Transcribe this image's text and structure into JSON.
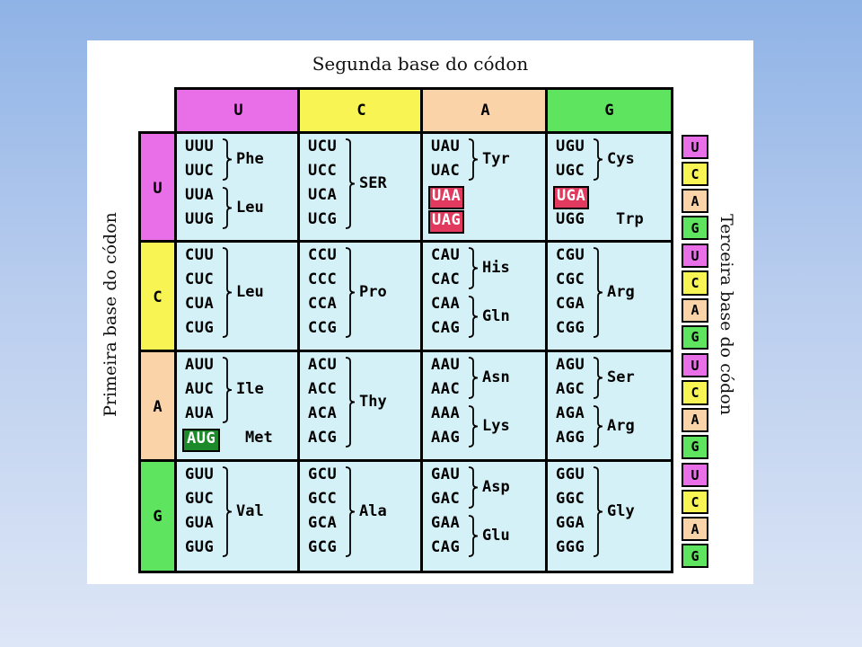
{
  "titles": {
    "second": "Segunda base do códon",
    "first": "Primeira base do códon",
    "third": "Terceira base do códon"
  },
  "colors": {
    "U": "#e96fe9",
    "C": "#f7f454",
    "A": "#fbd3a8",
    "G": "#5ee45e",
    "cell": "#d4f1f7",
    "stop": "#e23a5e",
    "start": "#1c8a2a"
  },
  "bases": [
    "U",
    "C",
    "A",
    "G"
  ],
  "rows": [
    {
      "first": "U",
      "cells": [
        {
          "codons": [
            {
              "t": "UUU"
            },
            {
              "t": "UUC"
            },
            {
              "t": "UUA"
            },
            {
              "t": "UUG"
            }
          ],
          "groups": [
            {
              "label": "Phe",
              "from": 0,
              "to": 1
            },
            {
              "label": "Leu",
              "from": 2,
              "to": 3
            }
          ]
        },
        {
          "codons": [
            {
              "t": "UCU"
            },
            {
              "t": "UCC"
            },
            {
              "t": "UCA"
            },
            {
              "t": "UCG"
            }
          ],
          "groups": [
            {
              "label": "SER",
              "from": 0,
              "to": 3
            }
          ]
        },
        {
          "codons": [
            {
              "t": "UAU"
            },
            {
              "t": "UAC"
            },
            {
              "t": "UAA",
              "stop": true
            },
            {
              "t": "UAG",
              "stop": true
            }
          ],
          "groups": [
            {
              "label": "Tyr",
              "from": 0,
              "to": 1
            }
          ]
        },
        {
          "codons": [
            {
              "t": "UGU"
            },
            {
              "t": "UGC"
            },
            {
              "t": "UGA",
              "stop": true
            },
            {
              "t": "UGG"
            }
          ],
          "groups": [
            {
              "label": "Cys",
              "from": 0,
              "to": 1
            },
            {
              "label": "Trp",
              "from": 3,
              "to": 3,
              "plain": true
            }
          ]
        }
      ]
    },
    {
      "first": "C",
      "cells": [
        {
          "codons": [
            {
              "t": "CUU"
            },
            {
              "t": "CUC"
            },
            {
              "t": "CUA"
            },
            {
              "t": "CUG"
            }
          ],
          "groups": [
            {
              "label": "Leu",
              "from": 0,
              "to": 3
            }
          ]
        },
        {
          "codons": [
            {
              "t": "CCU"
            },
            {
              "t": "CCC"
            },
            {
              "t": "CCA"
            },
            {
              "t": "CCG"
            }
          ],
          "groups": [
            {
              "label": "Pro",
              "from": 0,
              "to": 3
            }
          ]
        },
        {
          "codons": [
            {
              "t": "CAU"
            },
            {
              "t": "CAC"
            },
            {
              "t": "CAA"
            },
            {
              "t": "CAG"
            }
          ],
          "groups": [
            {
              "label": "His",
              "from": 0,
              "to": 1
            },
            {
              "label": "Gln",
              "from": 2,
              "to": 3
            }
          ]
        },
        {
          "codons": [
            {
              "t": "CGU"
            },
            {
              "t": "CGC"
            },
            {
              "t": "CGA"
            },
            {
              "t": "CGG"
            }
          ],
          "groups": [
            {
              "label": "Arg",
              "from": 0,
              "to": 3
            }
          ]
        }
      ]
    },
    {
      "first": "A",
      "cells": [
        {
          "codons": [
            {
              "t": "AUU"
            },
            {
              "t": "AUC"
            },
            {
              "t": "AUA"
            },
            {
              "t": "AUG",
              "start": true
            }
          ],
          "groups": [
            {
              "label": "Ile",
              "from": 0,
              "to": 2
            },
            {
              "label": "Met",
              "from": 3,
              "to": 3,
              "plain": true
            }
          ]
        },
        {
          "codons": [
            {
              "t": "ACU"
            },
            {
              "t": "ACC"
            },
            {
              "t": "ACA"
            },
            {
              "t": "ACG"
            }
          ],
          "groups": [
            {
              "label": "Thy",
              "from": 0,
              "to": 3
            }
          ]
        },
        {
          "codons": [
            {
              "t": "AAU"
            },
            {
              "t": "AAC"
            },
            {
              "t": "AAA"
            },
            {
              "t": "AAG"
            }
          ],
          "groups": [
            {
              "label": "Asn",
              "from": 0,
              "to": 1
            },
            {
              "label": "Lys",
              "from": 2,
              "to": 3
            }
          ]
        },
        {
          "codons": [
            {
              "t": "AGU"
            },
            {
              "t": "AGC"
            },
            {
              "t": "AGA"
            },
            {
              "t": "AGG"
            }
          ],
          "groups": [
            {
              "label": "Ser",
              "from": 0,
              "to": 1
            },
            {
              "label": "Arg",
              "from": 2,
              "to": 3
            }
          ]
        }
      ]
    },
    {
      "first": "G",
      "cells": [
        {
          "codons": [
            {
              "t": "GUU"
            },
            {
              "t": "GUC"
            },
            {
              "t": "GUA"
            },
            {
              "t": "GUG"
            }
          ],
          "groups": [
            {
              "label": "Val",
              "from": 0,
              "to": 3
            }
          ]
        },
        {
          "codons": [
            {
              "t": "GCU"
            },
            {
              "t": "GCC"
            },
            {
              "t": "GCA"
            },
            {
              "t": "GCG"
            }
          ],
          "groups": [
            {
              "label": "Ala",
              "from": 0,
              "to": 3
            }
          ]
        },
        {
          "codons": [
            {
              "t": "GAU"
            },
            {
              "t": "GAC"
            },
            {
              "t": "GAA"
            },
            {
              "t": "CAG"
            }
          ],
          "groups": [
            {
              "label": "Asp",
              "from": 0,
              "to": 1
            },
            {
              "label": "Glu",
              "from": 2,
              "to": 3
            }
          ]
        },
        {
          "codons": [
            {
              "t": "GGU"
            },
            {
              "t": "GGC"
            },
            {
              "t": "GGA"
            },
            {
              "t": "GGG"
            }
          ],
          "groups": [
            {
              "label": "Gly",
              "from": 0,
              "to": 3
            }
          ]
        }
      ]
    }
  ]
}
